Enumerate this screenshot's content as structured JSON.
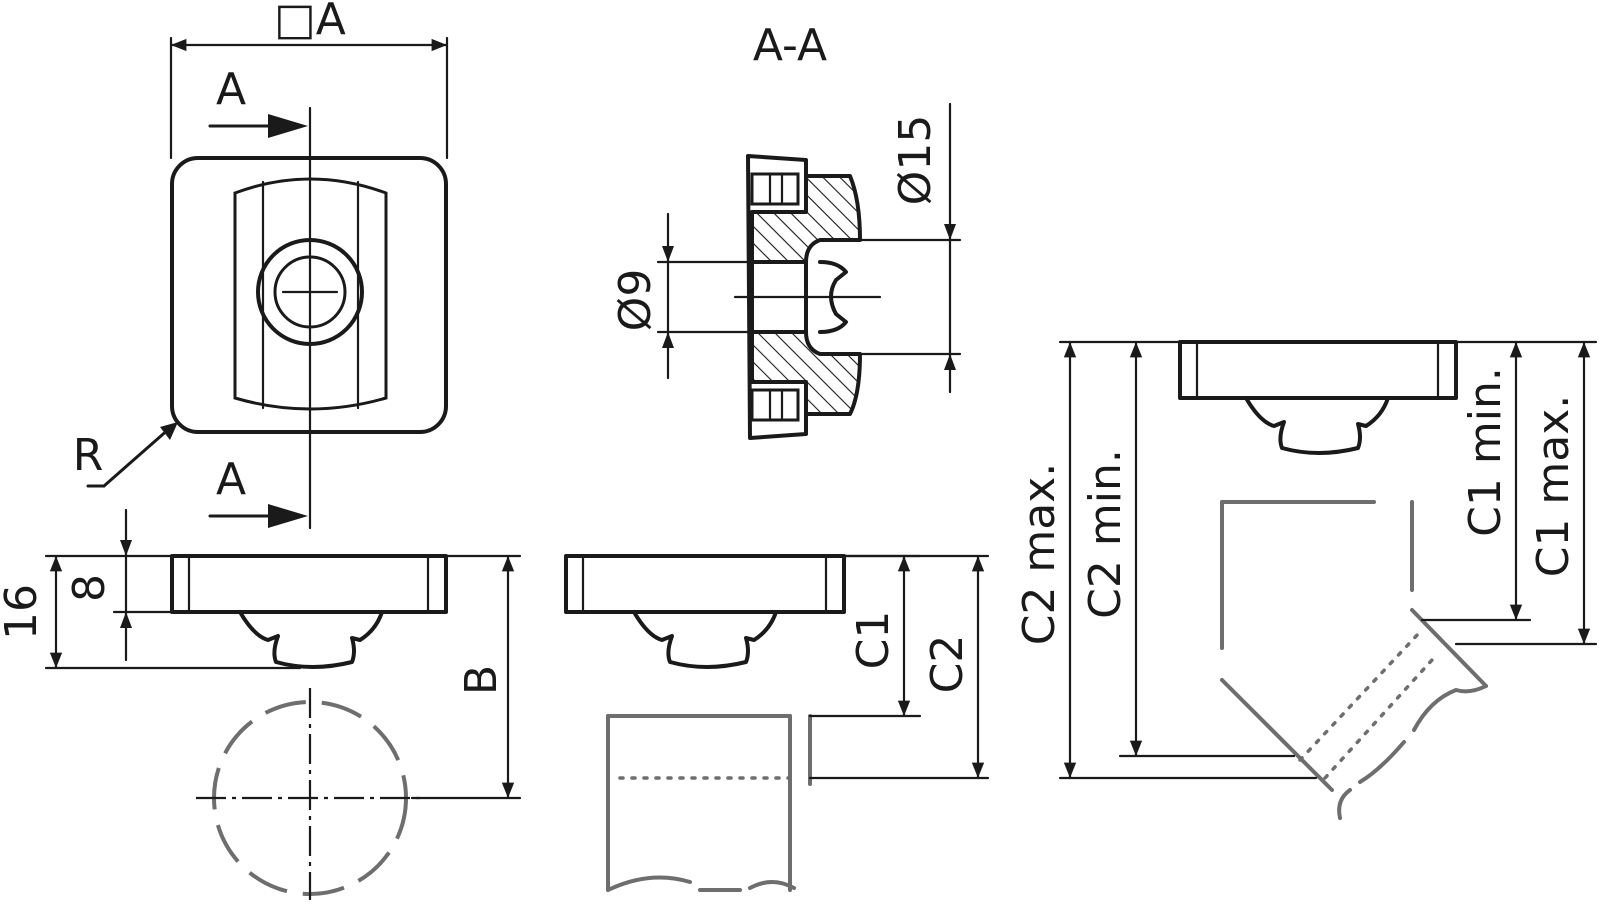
{
  "labels": {
    "square_a": "□A",
    "section_title": "A-A",
    "section_a_top": "A",
    "section_a_bottom": "A",
    "radius": "R",
    "dim_16": "16",
    "dim_8": "8",
    "dim_b": "B",
    "dim_d9": "Ø9",
    "dim_d15": "Ø15",
    "dim_c1": "C1",
    "dim_c2": "C2",
    "c2_max": "C2 max.",
    "c2_min": "C2 min.",
    "c1_min": "C1 min.",
    "c1_max": "C1 max."
  }
}
